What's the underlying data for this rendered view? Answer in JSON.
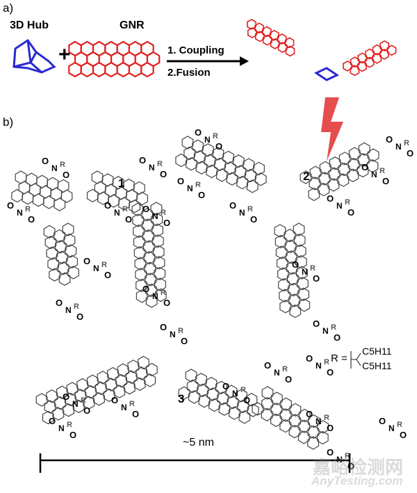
{
  "panel_a": {
    "label": "a)",
    "hub_label": "3D Hub",
    "plus": "+",
    "gnr_label": "GNR",
    "step1": "1. Coupling",
    "step2": "2.Fusion",
    "colors": {
      "hub": "#2a2ad0",
      "gnr": "#e02020"
    }
  },
  "panel_b": {
    "label": "b)",
    "compound_1": "1",
    "compound_2": "2",
    "compound_3": "3",
    "r_group": {
      "prefix": "R =",
      "chain_1": "C5H11",
      "chain_2": "C5H11"
    },
    "scale_label": "~5 nm",
    "atoms": {
      "oxygen": "O",
      "nitrogen": "N",
      "r": "R"
    }
  },
  "watermark": {
    "cn": "嘉峪检测网",
    "en": "AnyTesting.com"
  }
}
